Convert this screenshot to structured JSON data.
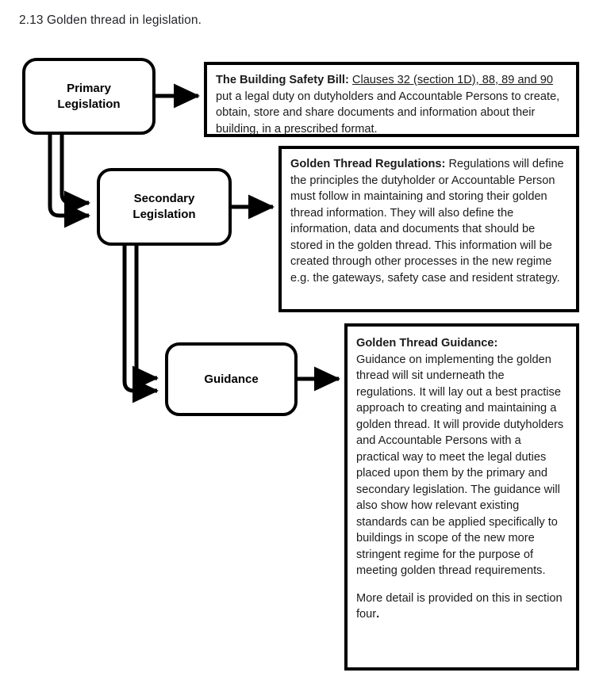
{
  "caption": "2.13 Golden thread in legislation.",
  "diagram": {
    "title": "Golden thread in legislation",
    "stages": [
      {
        "id": "primary",
        "label": "Primary\nLegislation"
      },
      {
        "id": "secondary",
        "label": "Secondary\nLegislation"
      },
      {
        "id": "guidance",
        "label": "Guidance"
      }
    ],
    "descriptions": [
      {
        "id": "primary",
        "heading": "The Building Safety Bill:",
        "underlined": "Clauses 32 (section 1D), 88, 89 and 90",
        "body": " put a legal duty on dutyholders and Accountable Persons to create, obtain, store and share documents and information about their building, in a prescribed format."
      },
      {
        "id": "secondary",
        "heading": "Golden Thread Regulations:",
        "body": " Regulations will define the principles the dutyholder or Accountable Person must follow in maintaining and storing their golden thread information. They will also define the information, data and documents that should be stored in the golden thread. This information will be created through other processes in the new regime e.g. the gateways, safety case and resident strategy."
      },
      {
        "id": "guidance",
        "heading": "Golden Thread Guidance:",
        "body": "Guidance on implementing the golden thread will sit underneath the regulations. It will lay out a best practise approach to creating and maintaining a golden thread. It will provide dutyholders and Accountable Persons with a practical way to meet the legal duties placed upon them by the primary and secondary legislation. The guidance will also show how relevant existing standards can be applied specifically to buildings in scope of the new more stringent regime for the purpose of meeting golden thread requirements.",
        "body2": "More detail is provided on this in section four",
        "body2_strong": "."
      }
    ],
    "connectors": [
      {
        "id": "primary-to-textbox",
        "from": "primary",
        "to": "textbox-primary",
        "kind": "straight-arrow"
      },
      {
        "id": "secondary-to-textbox",
        "from": "secondary",
        "to": "textbox-secondary",
        "kind": "straight-arrow"
      },
      {
        "id": "guidance-to-textbox",
        "from": "guidance",
        "to": "textbox-guidance",
        "kind": "straight-arrow"
      },
      {
        "id": "primary-to-secondary",
        "from": "primary",
        "to": "secondary",
        "kind": "double-elbow-arrow"
      },
      {
        "id": "secondary-to-guidance",
        "from": "secondary",
        "to": "guidance",
        "kind": "double-elbow-arrow"
      }
    ],
    "colors": {
      "stroke": "#000000",
      "background": "#ffffff",
      "text": "#1b1b1b",
      "caption": "#22252a"
    }
  }
}
